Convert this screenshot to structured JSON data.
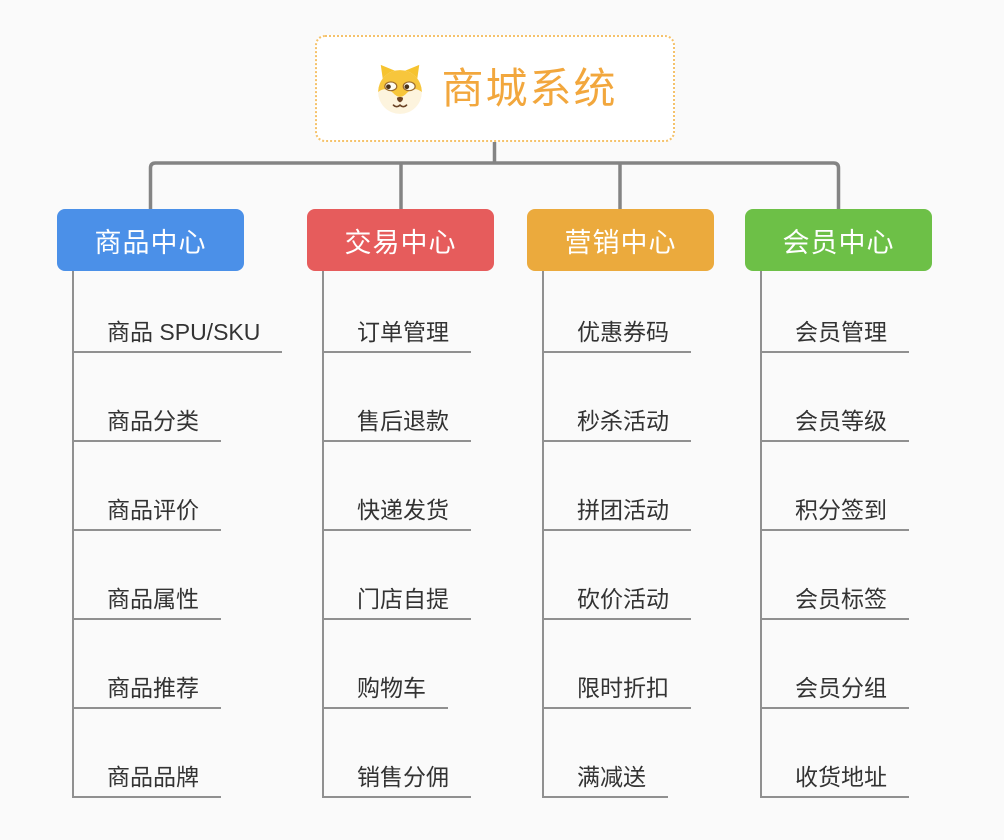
{
  "page": {
    "background": "#fafafa",
    "connector_color": "#848484",
    "sub_connector_color": "#909090"
  },
  "root": {
    "title": "商城系统",
    "icon": "shiba-dog-face-icon",
    "text_color": "#f2a73d",
    "border_color": "#f5c26b"
  },
  "branches": [
    {
      "label": "商品中心",
      "color": "#4b90e8",
      "items": [
        "商品 SPU/SKU",
        "商品分类",
        "商品评价",
        "商品属性",
        "商品推荐",
        "商品品牌"
      ]
    },
    {
      "label": "交易中心",
      "color": "#e65c5c",
      "items": [
        "订单管理",
        "售后退款",
        "快递发货",
        "门店自提",
        "购物车",
        "销售分佣"
      ]
    },
    {
      "label": "营销中心",
      "color": "#ebaa3d",
      "items": [
        "优惠券码",
        "秒杀活动",
        "拼团活动",
        "砍价活动",
        "限时折扣",
        "满减送"
      ]
    },
    {
      "label": "会员中心",
      "color": "#6dc047",
      "items": [
        "会员管理",
        "会员等级",
        "积分签到",
        "会员标签",
        "会员分组",
        "收货地址"
      ]
    }
  ]
}
